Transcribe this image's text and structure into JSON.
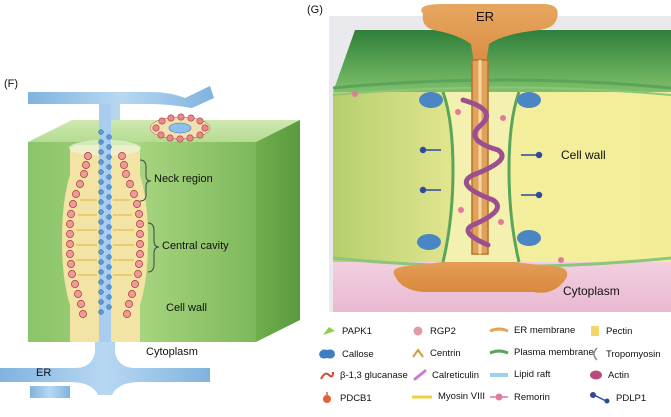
{
  "panel_f": {
    "tag": "(F)",
    "labels": {
      "neck": "Neck region",
      "central": "Central cavity",
      "cell_wall": "Cell wall",
      "cytoplasm": "Cytoplasm",
      "er": "ER"
    }
  },
  "panel_g": {
    "tag": "(G)",
    "labels": {
      "er": "ER",
      "cell_wall": "Cell wall",
      "cytoplasm": "Cytoplasm"
    },
    "legend": [
      {
        "label": "PAPK1",
        "icon": "papk1-icon"
      },
      {
        "label": "RGP2",
        "icon": "rgp2-icon"
      },
      {
        "label": "ER membrane",
        "icon": "er-membrane-icon"
      },
      {
        "label": "Pectin",
        "icon": "pectin-icon"
      },
      {
        "label": "Callose",
        "icon": "callose-icon"
      },
      {
        "label": "Centrin",
        "icon": "centrin-icon"
      },
      {
        "label": "Plasma membrane",
        "icon": "plasma-membrane-icon"
      },
      {
        "label": "Tropomyosin",
        "icon": "tropomyosin-icon"
      },
      {
        "label": "β-1,3 glucanase",
        "icon": "glucanase-icon"
      },
      {
        "label": "Calreticulin",
        "icon": "calreticulin-icon"
      },
      {
        "label": "Lipid raft",
        "icon": "lipid-raft-icon"
      },
      {
        "label": "Actin",
        "icon": "actin-icon"
      },
      {
        "label": "PDCB1",
        "icon": "pdcb1-icon"
      },
      {
        "label": "Myosin VIII",
        "icon": "myosin-icon"
      },
      {
        "label": "Remorin",
        "icon": "remorin-icon"
      },
      {
        "label": "PDLP1",
        "icon": "pdlp1-icon"
      }
    ]
  }
}
